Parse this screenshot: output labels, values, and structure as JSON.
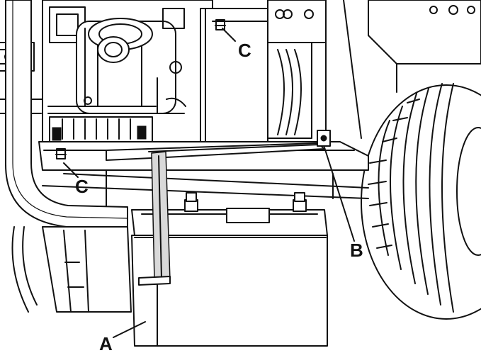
{
  "callouts": {
    "a": "A",
    "b": "B",
    "c_upper": "C",
    "c_lower": "C"
  },
  "colors": {
    "line": "#111111",
    "background": "#ffffff",
    "strap": "#d9d9d9"
  }
}
